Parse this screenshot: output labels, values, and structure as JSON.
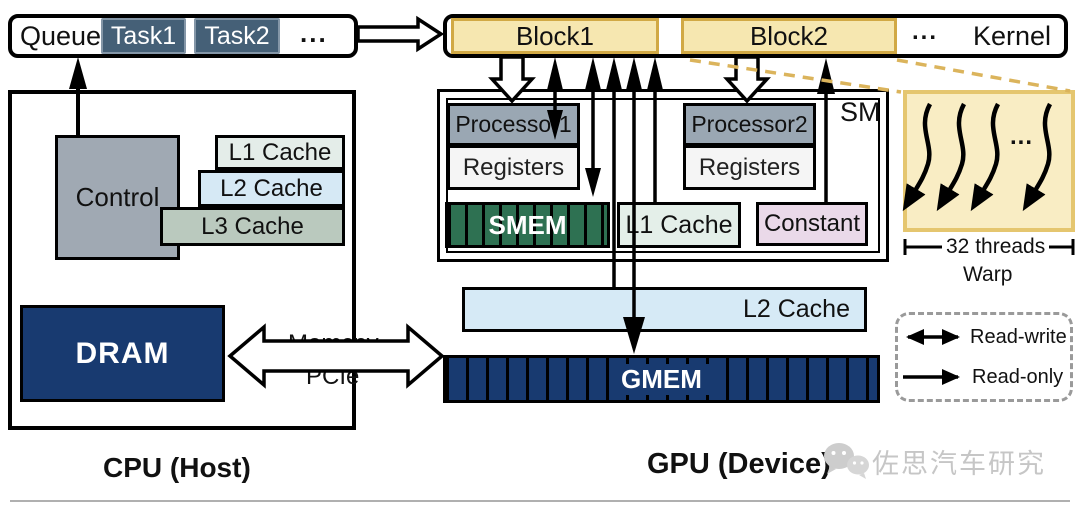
{
  "queue": {
    "label": "Queue",
    "tasks": [
      "Task1",
      "Task2"
    ],
    "ellipsis": "..."
  },
  "kernel": {
    "label": "Kernel",
    "blocks": [
      "Block1",
      "Block2"
    ],
    "ellipsis": "..."
  },
  "cpu": {
    "section_label": "CPU (Host)",
    "control": "Control",
    "caches": [
      "L1 Cache",
      "L2 Cache",
      "L3 Cache"
    ],
    "dram": "DRAM"
  },
  "transfer": {
    "memcpy": "Memcpy",
    "pcie": "PCIe"
  },
  "gpu": {
    "section_label": "GPU (Device)",
    "sm": "SM",
    "processor1": "Processor1",
    "processor2": "Processor2",
    "registers": "Registers",
    "smem": "SMEM",
    "l1_cache": "L1 Cache",
    "constant": "Constant",
    "l2_cache": "L2 Cache",
    "gmem": "GMEM"
  },
  "warp": {
    "ellipsis": "...",
    "threads": "32 threads",
    "label": "Warp"
  },
  "legend": {
    "read_write": "Read-write",
    "read_only": "Read-only"
  },
  "watermark": "佐思汽车研究",
  "colors": {
    "block_fill": "#f6e7b0",
    "block_border": "#d1a945",
    "warp_fill": "#f9edc4",
    "warp_border": "#e5c66f",
    "task_fill": "#456077",
    "navy": "#183a70",
    "smem_green": "#2e7152",
    "control_gray": "#a0a9b3",
    "processor_gray": "#9aa7b3",
    "registers_gray": "#f5f5f5",
    "l1_cpu": "#e4ede9",
    "l2_cpu": "#d6e9f5",
    "l3_cpu": "#bac9be",
    "l1_gpu": "#e4efe9",
    "l2_gpu": "#d6eaf6",
    "constant_pink": "#ead9e9",
    "dashed_tan": "#dbb45c"
  }
}
